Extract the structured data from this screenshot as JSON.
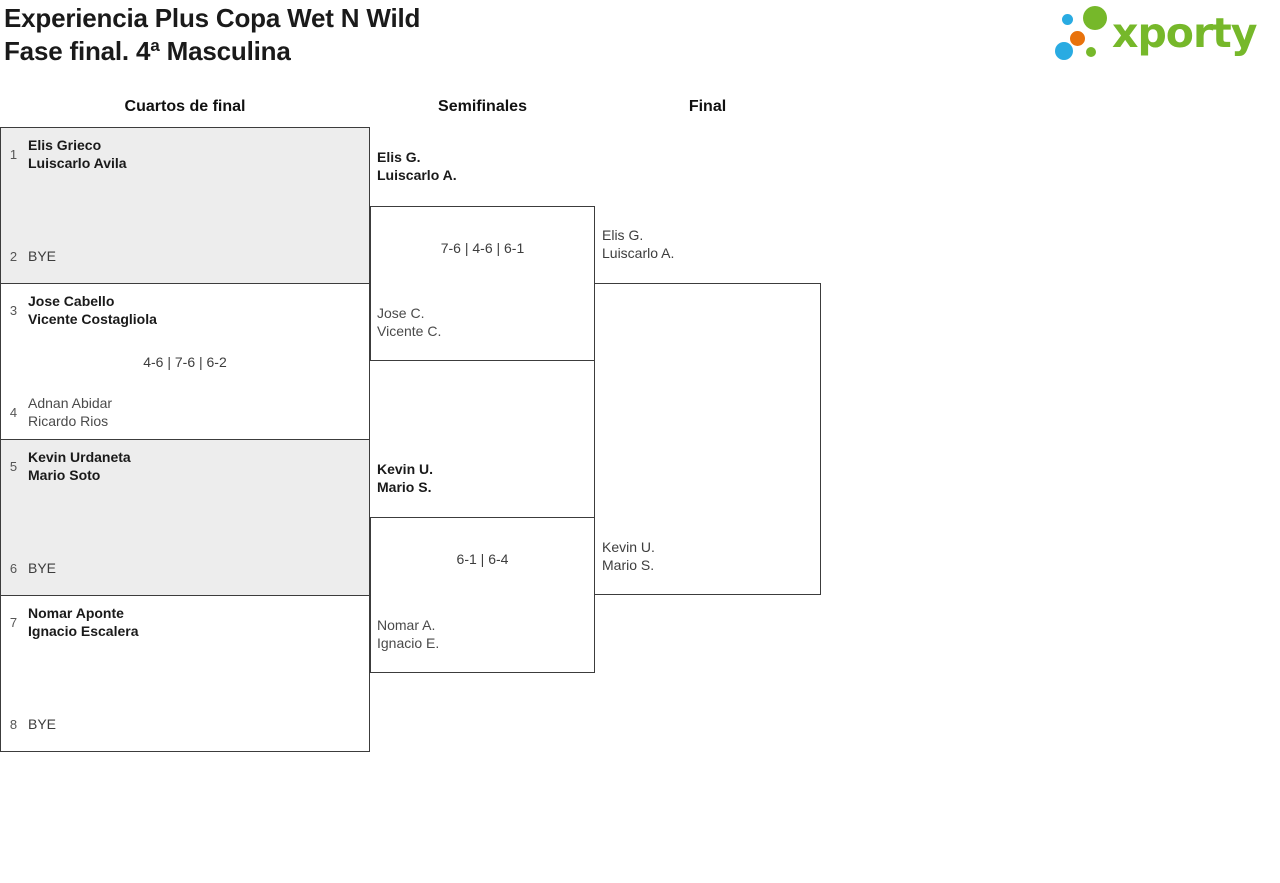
{
  "header": {
    "title_line1": "Experiencia Plus Copa Wet N Wild",
    "title_line2": "Fase final. 4ª Masculina"
  },
  "logo": {
    "text": "xporty"
  },
  "columns": {
    "qf": "Cuartos de final",
    "sf": "Semifinales",
    "final": "Final"
  },
  "bracket": {
    "qf": [
      {
        "seed_top": "1",
        "top": {
          "p1": "Elis Grieco",
          "p2": "Luiscarlo Avila"
        },
        "score": "",
        "seed_bottom": "2",
        "bottom": {
          "p1": "BYE",
          "p2": ""
        }
      },
      {
        "seed_top": "3",
        "top": {
          "p1": "Jose Cabello",
          "p2": "Vicente Costagliola"
        },
        "score": "4-6 | 7-6 | 6-2",
        "seed_bottom": "4",
        "bottom": {
          "p1": "Adnan Abidar",
          "p2": "Ricardo Rios"
        }
      },
      {
        "seed_top": "5",
        "top": {
          "p1": "Kevin Urdaneta",
          "p2": "Mario Soto"
        },
        "score": "",
        "seed_bottom": "6",
        "bottom": {
          "p1": "BYE",
          "p2": ""
        }
      },
      {
        "seed_top": "7",
        "top": {
          "p1": "Nomar Aponte",
          "p2": "Ignacio Escalera"
        },
        "score": "",
        "seed_bottom": "8",
        "bottom": {
          "p1": "BYE",
          "p2": ""
        }
      }
    ],
    "sf": [
      {
        "top": {
          "p1": "Elis G.",
          "p2": "Luiscarlo A."
        },
        "score": "7-6 | 4-6 | 6-1",
        "bottom": {
          "p1": "Jose C.",
          "p2": "Vicente C."
        }
      },
      {
        "top": {
          "p1": "Kevin U.",
          "p2": "Mario S."
        },
        "score": "6-1 | 6-4",
        "bottom": {
          "p1": "Nomar A.",
          "p2": "Ignacio E."
        }
      }
    ],
    "final": {
      "top": {
        "p1": "Elis G.",
        "p2": "Luiscarlo A."
      },
      "score": "",
      "bottom": {
        "p1": "Kevin U.",
        "p2": "Mario S."
      }
    }
  },
  "colors": {
    "brand_green": "#76b82a",
    "brand_blue": "#29abe2",
    "brand_orange": "#e8720c",
    "box_grey": "#ededed",
    "border": "#3c3c3c"
  }
}
